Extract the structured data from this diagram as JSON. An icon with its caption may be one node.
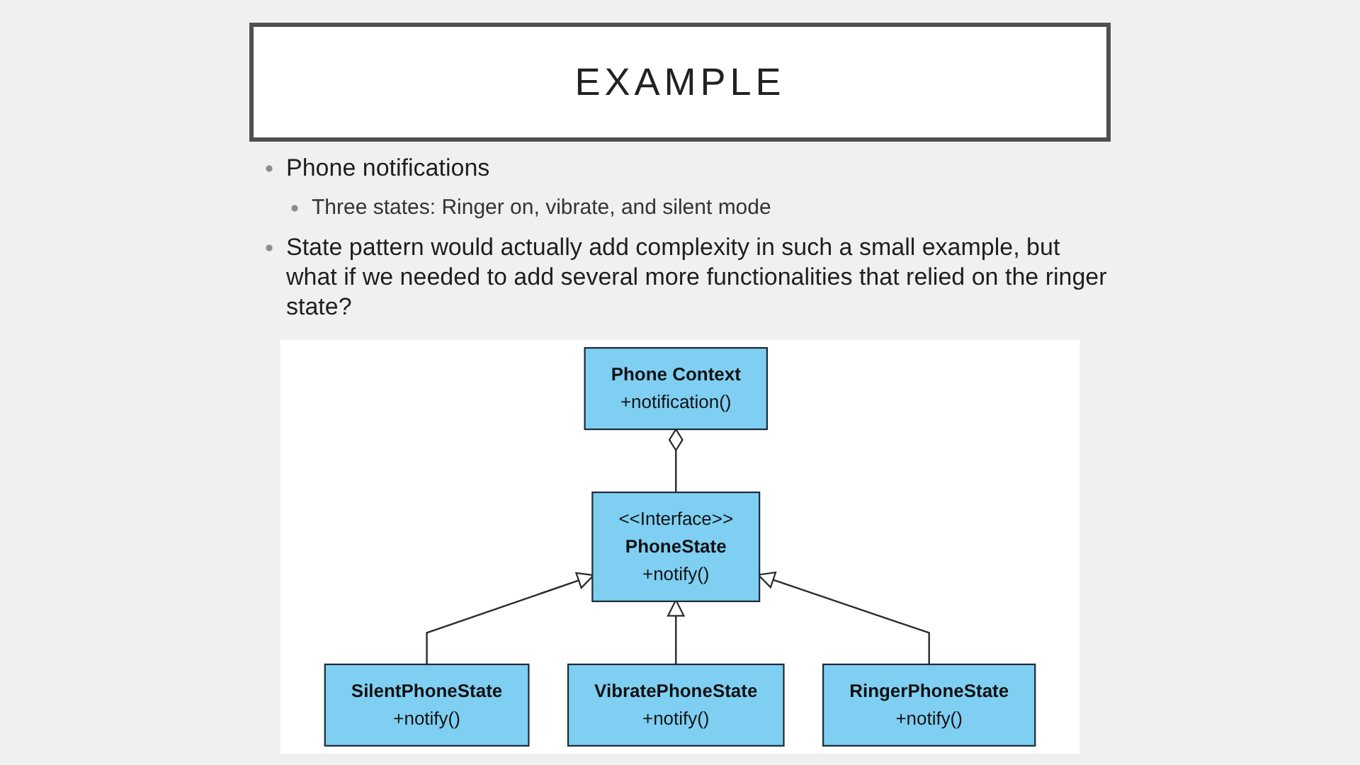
{
  "diagram": {
    "title": "EXAMPLE",
    "nodes": [
      {
        "text": [
          "Phone Context",
          "+notification()"
        ]
      },
      {
        "text": [
          "<<Interface>>",
          "PhoneState",
          "+notify()"
        ]
      },
      {
        "text": [
          "SilentPhoneState",
          "+notify()"
        ]
      },
      {
        "text": [
          "VibratePhoneState",
          "+notify()"
        ]
      },
      {
        "text": [
          "RingerPhoneState",
          "+notify()"
        ]
      }
    ],
    "edges": [
      {
        "from": 1,
        "to": 0,
        "arrow": "other"
      },
      {
        "from": 2,
        "to": 1,
        "arrow": "to"
      },
      {
        "from": 3,
        "to": 1,
        "arrow": "to"
      },
      {
        "from": 4,
        "to": 1,
        "arrow": "to"
      }
    ],
    "labels": [
      "Phone notifications",
      "Three states: Ringer on, vibrate, and silent mode",
      "State pattern would actually add complexity in such a small example, but what if we needed to add several more functionalities that relied on the ringer state?"
    ]
  }
}
